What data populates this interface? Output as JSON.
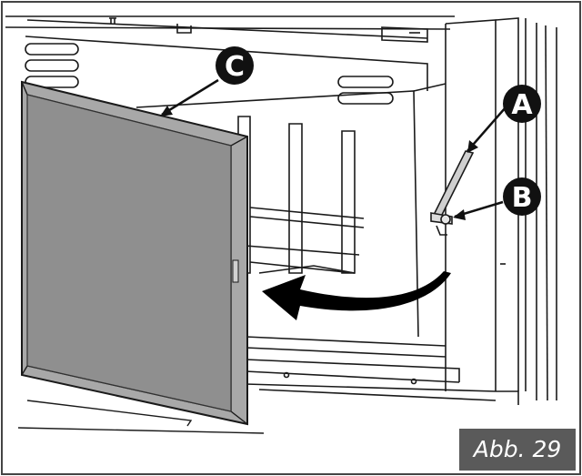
{
  "figure": {
    "caption": "Abb. 29",
    "callouts": [
      {
        "id": "A",
        "letter": "A"
      },
      {
        "id": "B",
        "letter": "B"
      },
      {
        "id": "C",
        "letter": "C"
      }
    ]
  },
  "colors": {
    "outline": "#1a1a1a",
    "glass": "#8f8f8f",
    "door_frame": "#a8a8a8",
    "callout_fill": "#111111",
    "caption_bg": "#5a5a5a"
  }
}
